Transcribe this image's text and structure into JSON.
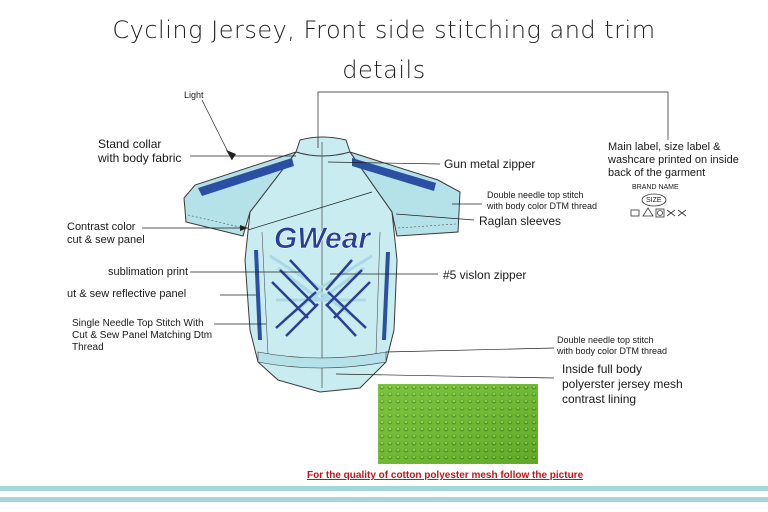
{
  "title_line1": "Cycling Jersey, Front side stitching and trim",
  "title_line2": "details",
  "callouts": {
    "light": "Light",
    "stand_collar_1": "Stand collar",
    "stand_collar_2": "with body fabric",
    "gun_metal_zipper": "Gun metal zipper",
    "main_label_1": "Main label, size label &",
    "main_label_2": "washcare printed on inside",
    "main_label_3": "back of the garment",
    "brand_name": "BRAND NAME",
    "size": "SIZE",
    "double_needle_1a": "Double needle top stitch",
    "double_needle_1b": "with body color DTM thread",
    "contrast_color_1": "Contrast color",
    "contrast_color_2": "cut & sew panel",
    "raglan_sleeves": "Raglan sleeves",
    "sublimation_print": "sublimation print",
    "vislon_zipper": "#5 vislon zipper",
    "reflective_panel": "ut & sew reflective panel",
    "single_needle_1": "Single Needle Top Stitch With",
    "single_needle_2": "Cut & Sew Panel Matching Dtm",
    "single_needle_3": "Thread",
    "double_needle_2a": "Double needle top stitch",
    "double_needle_2b": "with body color DTM thread",
    "inside_lining_1": "Inside full body",
    "inside_lining_2": "polyerster jersey mesh",
    "inside_lining_3": "contrast lining"
  },
  "logo_text": "GWear",
  "footer_note": "For the quality of  cotton polyester mesh follow the picture",
  "colors": {
    "jersey_body": "#c9ecf0",
    "jersey_panel": "#b5e1e8",
    "accent_blue": "#2b4fa3",
    "logo_blue": "#26409a",
    "print_light": "#a9d8e6",
    "mesh_green": "#6fbf2e",
    "note_red": "#c0151a",
    "stripe": "#a5d6de"
  },
  "icons": [
    "washcare-icons",
    "mesh-swatch"
  ]
}
